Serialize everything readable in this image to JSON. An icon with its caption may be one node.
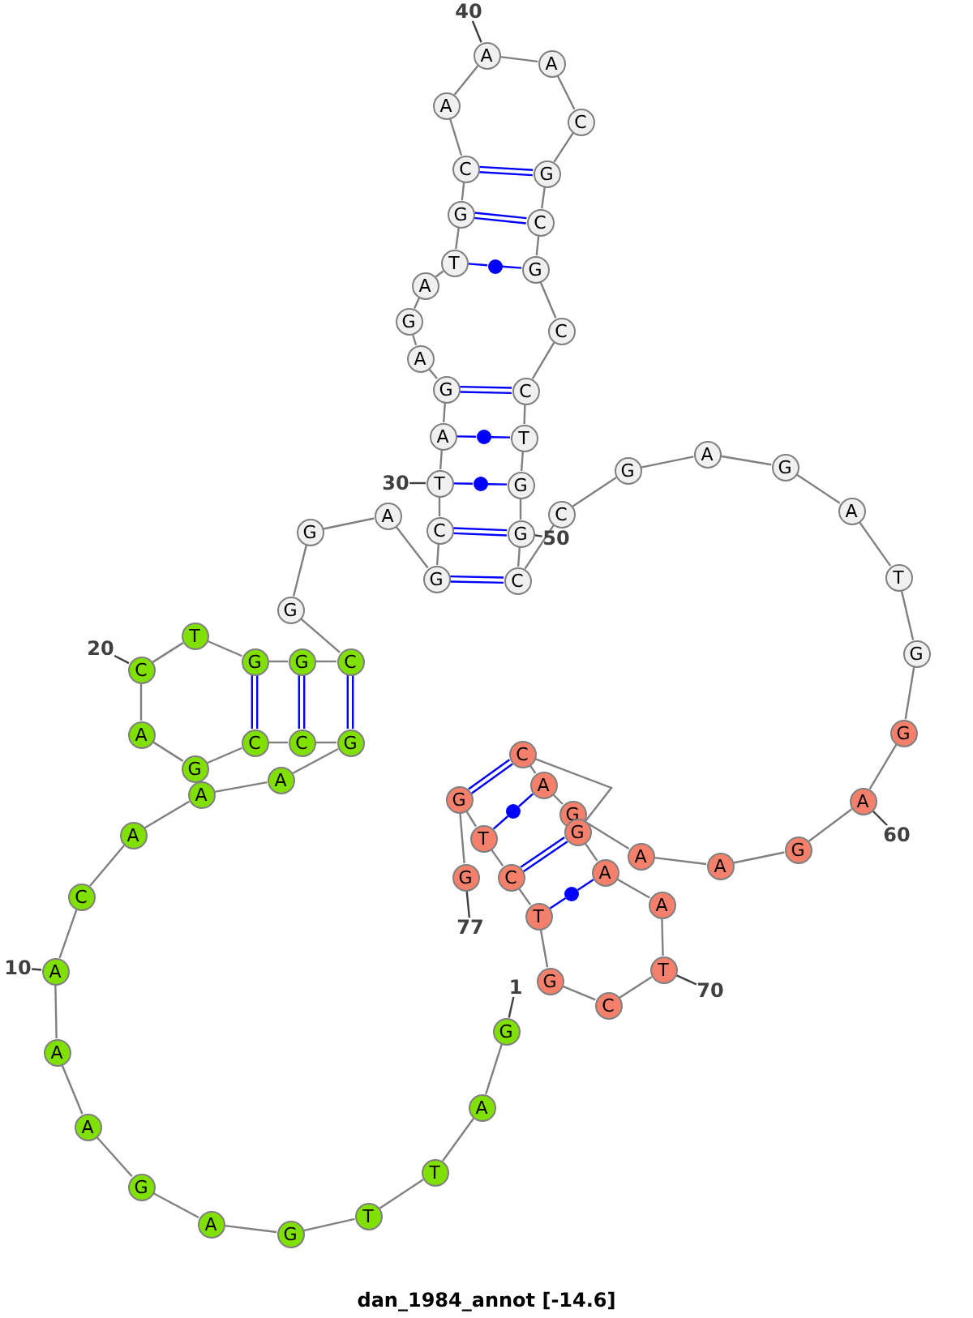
{
  "diagram": {
    "caption": "dan_1984_annot [-14.6]",
    "nodes": [
      {
        "text": [
          "G"
        ]
      },
      {
        "text": [
          "A"
        ]
      },
      {
        "text": [
          "T"
        ]
      },
      {
        "text": [
          "T"
        ]
      },
      {
        "text": [
          "G"
        ]
      },
      {
        "text": [
          "A"
        ]
      },
      {
        "text": [
          "G"
        ]
      },
      {
        "text": [
          "A"
        ]
      },
      {
        "text": [
          "A"
        ]
      },
      {
        "text": [
          "A"
        ]
      },
      {
        "text": [
          "C"
        ]
      },
      {
        "text": [
          "A"
        ]
      },
      {
        "text": [
          "A"
        ]
      },
      {
        "text": [
          "A"
        ]
      },
      {
        "text": [
          "G"
        ]
      },
      {
        "text": [
          "C"
        ]
      },
      {
        "text": [
          "C"
        ]
      },
      {
        "text": [
          "G"
        ]
      },
      {
        "text": [
          "A"
        ]
      },
      {
        "text": [
          "C"
        ]
      },
      {
        "text": [
          "T"
        ]
      },
      {
        "text": [
          "G"
        ]
      },
      {
        "text": [
          "G"
        ]
      },
      {
        "text": [
          "C"
        ]
      },
      {
        "text": [
          "G"
        ]
      },
      {
        "text": [
          "G"
        ]
      },
      {
        "text": [
          "A"
        ]
      },
      {
        "text": [
          "G"
        ]
      },
      {
        "text": [
          "C"
        ]
      },
      {
        "text": [
          "T"
        ]
      },
      {
        "text": [
          "A"
        ]
      },
      {
        "text": [
          "G"
        ]
      },
      {
        "text": [
          "A"
        ]
      },
      {
        "text": [
          "G"
        ]
      },
      {
        "text": [
          "A"
        ]
      },
      {
        "text": [
          "T"
        ]
      },
      {
        "text": [
          "G"
        ]
      },
      {
        "text": [
          "C"
        ]
      },
      {
        "text": [
          "A"
        ]
      },
      {
        "text": [
          "A"
        ]
      },
      {
        "text": [
          "A"
        ]
      },
      {
        "text": [
          "C"
        ]
      },
      {
        "text": [
          "G"
        ]
      },
      {
        "text": [
          "C"
        ]
      },
      {
        "text": [
          "G"
        ]
      },
      {
        "text": [
          "C"
        ]
      },
      {
        "text": [
          "C"
        ]
      },
      {
        "text": [
          "T"
        ]
      },
      {
        "text": [
          "G"
        ]
      },
      {
        "text": [
          "G"
        ]
      },
      {
        "text": [
          "C"
        ]
      },
      {
        "text": [
          "C"
        ]
      },
      {
        "text": [
          "G"
        ]
      },
      {
        "text": [
          "A"
        ]
      },
      {
        "text": [
          "G"
        ]
      },
      {
        "text": [
          "A"
        ]
      },
      {
        "text": [
          "T"
        ]
      },
      {
        "text": [
          "G"
        ]
      },
      {
        "text": [
          "G"
        ]
      },
      {
        "text": [
          "A"
        ]
      },
      {
        "text": [
          "G"
        ]
      },
      {
        "text": [
          "A"
        ]
      },
      {
        "text": [
          "A"
        ]
      },
      {
        "text": [
          "G"
        ]
      },
      {
        "text": [
          "A"
        ]
      },
      {
        "text": [
          "C"
        ]
      },
      {
        "text": [
          "G"
        ]
      },
      {
        "text": [
          "A"
        ]
      },
      {
        "text": [
          "A"
        ]
      },
      {
        "text": [
          "T"
        ]
      },
      {
        "text": [
          "C"
        ]
      },
      {
        "text": [
          "G"
        ]
      },
      {
        "text": [
          "T"
        ]
      },
      {
        "text": [
          "C"
        ]
      },
      {
        "text": [
          "T"
        ]
      },
      {
        "text": [
          "G"
        ]
      },
      {
        "text": [
          "G"
        ]
      },
      {
        "text": [
          "1"
        ]
      },
      {
        "text": [
          "10"
        ]
      },
      {
        "text": [
          "20"
        ]
      },
      {
        "text": [
          "30"
        ]
      },
      {
        "text": [
          "40"
        ]
      },
      {
        "text": [
          "50"
        ]
      },
      {
        "text": [
          "60"
        ]
      },
      {
        "text": [
          "70"
        ]
      },
      {
        "text": [
          "77"
        ]
      },
      {
        "text": [],
        "shape": "circle"
      },
      {
        "text": [],
        "shape": "circle"
      },
      {
        "text": [],
        "shape": "circle"
      },
      {
        "text": [],
        "shape": "circle"
      },
      {
        "text": [],
        "shape": "circle"
      }
    ],
    "edges": [
      {
        "from": 0,
        "to": 1,
        "arrow": "none"
      },
      {
        "from": 1,
        "to": 2,
        "arrow": "none"
      },
      {
        "from": 2,
        "to": 3,
        "arrow": "none"
      },
      {
        "from": 3,
        "to": 4,
        "arrow": "none"
      },
      {
        "from": 4,
        "to": 5,
        "arrow": "none"
      },
      {
        "from": 5,
        "to": 6,
        "arrow": "none"
      },
      {
        "from": 6,
        "to": 7,
        "arrow": "none"
      },
      {
        "from": 7,
        "to": 8,
        "arrow": "none"
      },
      {
        "from": 8,
        "to": 9,
        "arrow": "none"
      },
      {
        "from": 9,
        "to": 10,
        "arrow": "none"
      },
      {
        "from": 10,
        "to": 11,
        "arrow": "none"
      },
      {
        "from": 11,
        "to": 12,
        "arrow": "none"
      },
      {
        "from": 12,
        "to": 13,
        "arrow": "none"
      },
      {
        "from": 13,
        "to": 14,
        "arrow": "none"
      },
      {
        "from": 14,
        "to": 15,
        "arrow": "none"
      },
      {
        "from": 15,
        "to": 16,
        "arrow": "none"
      },
      {
        "from": 16,
        "to": 17,
        "arrow": "none"
      },
      {
        "from": 17,
        "to": 18,
        "arrow": "none"
      },
      {
        "from": 18,
        "to": 19,
        "arrow": "none"
      },
      {
        "from": 19,
        "to": 20,
        "arrow": "none"
      },
      {
        "from": 20,
        "to": 21,
        "arrow": "none"
      },
      {
        "from": 21,
        "to": 22,
        "arrow": "none"
      },
      {
        "from": 22,
        "to": 23,
        "arrow": "none"
      },
      {
        "from": 23,
        "to": 24,
        "arrow": "none"
      },
      {
        "from": 24,
        "to": 25,
        "arrow": "none"
      },
      {
        "from": 25,
        "to": 26,
        "arrow": "none"
      },
      {
        "from": 26,
        "to": 27,
        "arrow": "none"
      },
      {
        "from": 27,
        "to": 28,
        "arrow": "none"
      },
      {
        "from": 28,
        "to": 29,
        "arrow": "none"
      },
      {
        "from": 29,
        "to": 30,
        "arrow": "none"
      },
      {
        "from": 30,
        "to": 31,
        "arrow": "none"
      },
      {
        "from": 31,
        "to": 32,
        "arrow": "none"
      },
      {
        "from": 32,
        "to": 33,
        "arrow": "none"
      },
      {
        "from": 33,
        "to": 34,
        "arrow": "none"
      },
      {
        "from": 34,
        "to": 35,
        "arrow": "none"
      },
      {
        "from": 35,
        "to": 36,
        "arrow": "none"
      },
      {
        "from": 36,
        "to": 37,
        "arrow": "none"
      },
      {
        "from": 37,
        "to": 38,
        "arrow": "none"
      },
      {
        "from": 38,
        "to": 39,
        "arrow": "none"
      },
      {
        "from": 39,
        "to": 40,
        "arrow": "none"
      },
      {
        "from": 40,
        "to": 41,
        "arrow": "none"
      },
      {
        "from": 41,
        "to": 42,
        "arrow": "none"
      },
      {
        "from": 42,
        "to": 43,
        "arrow": "none"
      },
      {
        "from": 43,
        "to": 44,
        "arrow": "none"
      },
      {
        "from": 44,
        "to": 45,
        "arrow": "none"
      },
      {
        "from": 45,
        "to": 46,
        "arrow": "none"
      },
      {
        "from": 46,
        "to": 47,
        "arrow": "none"
      },
      {
        "from": 47,
        "to": 48,
        "arrow": "none"
      },
      {
        "from": 48,
        "to": 49,
        "arrow": "none"
      },
      {
        "from": 49,
        "to": 50,
        "arrow": "none"
      },
      {
        "from": 50,
        "to": 51,
        "arrow": "none"
      },
      {
        "from": 51,
        "to": 52,
        "arrow": "none"
      },
      {
        "from": 52,
        "to": 53,
        "arrow": "none"
      },
      {
        "from": 53,
        "to": 54,
        "arrow": "none"
      },
      {
        "from": 54,
        "to": 55,
        "arrow": "none"
      },
      {
        "from": 55,
        "to": 56,
        "arrow": "none"
      },
      {
        "from": 56,
        "to": 57,
        "arrow": "none"
      },
      {
        "from": 57,
        "to": 58,
        "arrow": "none"
      },
      {
        "from": 58,
        "to": 59,
        "arrow": "none"
      },
      {
        "from": 59,
        "to": 60,
        "arrow": "none"
      },
      {
        "from": 60,
        "to": 61,
        "arrow": "none"
      },
      {
        "from": 61,
        "to": 62,
        "arrow": "none"
      },
      {
        "from": 62,
        "to": 63,
        "arrow": "none"
      },
      {
        "from": 63,
        "to": 64,
        "arrow": "none"
      },
      {
        "from": 64,
        "to": 65,
        "arrow": "none"
      },
      {
        "from": 65,
        "to": 66,
        "arrow": "none"
      },
      {
        "from": 66,
        "to": 67,
        "arrow": "none"
      },
      {
        "from": 67,
        "to": 68,
        "arrow": "none"
      },
      {
        "from": 68,
        "to": 69,
        "arrow": "none"
      },
      {
        "from": 69,
        "to": 70,
        "arrow": "none"
      },
      {
        "from": 70,
        "to": 71,
        "arrow": "none"
      },
      {
        "from": 71,
        "to": 72,
        "arrow": "none"
      },
      {
        "from": 72,
        "to": 73,
        "arrow": "none"
      },
      {
        "from": 73,
        "to": 74,
        "arrow": "none"
      },
      {
        "from": 74,
        "to": 75,
        "arrow": "none"
      },
      {
        "from": 75,
        "to": 76,
        "arrow": "none"
      },
      {
        "from": 14,
        "to": 23,
        "arrow": "none",
        "color": "#0000ff"
      },
      {
        "from": 15,
        "to": 22,
        "arrow": "none",
        "color": "#0000ff"
      },
      {
        "from": 16,
        "to": 21,
        "arrow": "none",
        "color": "#0000ff"
      },
      {
        "from": 27,
        "to": 50,
        "arrow": "none",
        "color": "#0000ff"
      },
      {
        "from": 28,
        "to": 49,
        "arrow": "none",
        "color": "#0000ff"
      },
      {
        "from": 29,
        "to": 86,
        "arrow": "none",
        "color": "#0000ff"
      },
      {
        "from": 86,
        "to": 48,
        "arrow": "none",
        "color": "#0000ff"
      },
      {
        "from": 30,
        "to": 87,
        "arrow": "none",
        "color": "#0000ff"
      },
      {
        "from": 87,
        "to": 47,
        "arrow": "none",
        "color": "#0000ff"
      },
      {
        "from": 31,
        "to": 46,
        "arrow": "none",
        "color": "#0000ff"
      },
      {
        "from": 35,
        "to": 88,
        "arrow": "none",
        "color": "#0000ff"
      },
      {
        "from": 88,
        "to": 44,
        "arrow": "none",
        "color": "#0000ff"
      },
      {
        "from": 36,
        "to": 43,
        "arrow": "none",
        "color": "#0000ff"
      },
      {
        "from": 37,
        "to": 42,
        "arrow": "none",
        "color": "#0000ff"
      },
      {
        "from": 65,
        "to": 75,
        "arrow": "none",
        "color": "#0000ff"
      },
      {
        "from": 64,
        "to": 89,
        "arrow": "none",
        "color": "#0000ff"
      },
      {
        "from": 89,
        "to": 74,
        "arrow": "none",
        "color": "#0000ff"
      },
      {
        "from": 66,
        "to": 73,
        "arrow": "none",
        "color": "#0000ff"
      },
      {
        "from": 67,
        "to": 90,
        "arrow": "none",
        "color": "#0000ff"
      },
      {
        "from": 90,
        "to": 72,
        "arrow": "none",
        "color": "#0000ff"
      },
      {
        "from": 77,
        "to": 0,
        "arrow": "none",
        "color": "#404040"
      },
      {
        "from": 78,
        "to": 9,
        "arrow": "none",
        "color": "#404040"
      },
      {
        "from": 79,
        "to": 19,
        "arrow": "none",
        "color": "#404040"
      },
      {
        "from": 80,
        "to": 29,
        "arrow": "none",
        "color": "#404040"
      },
      {
        "from": 81,
        "to": 39,
        "arrow": "none",
        "color": "#404040"
      },
      {
        "from": 82,
        "to": 49,
        "arrow": "none",
        "color": "#404040"
      },
      {
        "from": 83,
        "to": 59,
        "arrow": "none",
        "color": "#404040"
      },
      {
        "from": 84,
        "to": 69,
        "arrow": "none",
        "color": "#404040"
      },
      {
        "from": 85,
        "to": 76,
        "arrow": "none",
        "color": "#404040"
      }
    ]
  }
}
